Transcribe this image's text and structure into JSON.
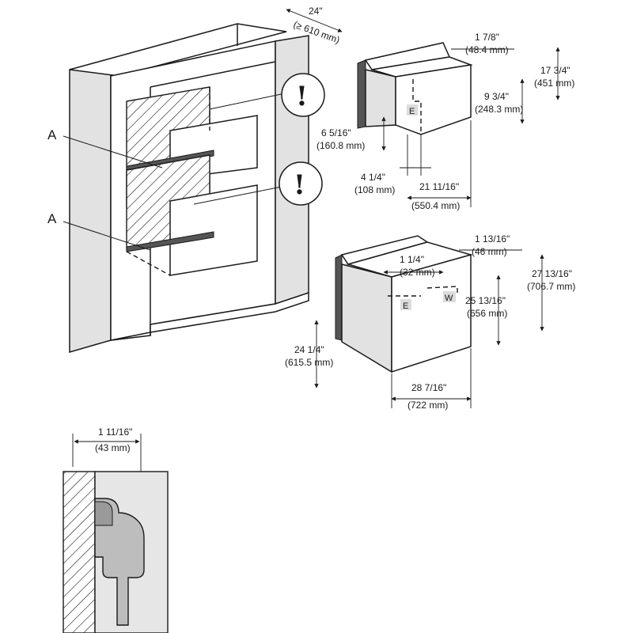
{
  "labels": {
    "a_top": "A",
    "a_bottom": "A",
    "warning_glyph": "!"
  },
  "niche": {
    "depth_in": "24\"",
    "depth_mm": "(≥ 610 mm)"
  },
  "upper_appliance": {
    "front_depth_in": "1 7/8\"",
    "front_depth_mm": "(48.4 mm)",
    "height_in": "17 3/4\"",
    "height_mm": "(451 mm)",
    "conn_height_in": "9 3/4\"",
    "conn_height_mm": "(248.3 mm)",
    "conn_offset_in": "6 5/16\"",
    "conn_offset_mm": "(160.8 mm)",
    "conn_side_in": "4 1/4\"",
    "conn_side_mm": "(108 mm)",
    "width_in": "21 11/16\"",
    "width_mm": "(550.4 mm)",
    "conn_tag": "E"
  },
  "lower_appliance": {
    "front_depth_in": "1 13/16\"",
    "front_depth_mm": "(46 mm)",
    "conn_depth_in": "1 1/4\"",
    "conn_depth_mm": "(32 mm)",
    "height_in": "27 13/16\"",
    "height_mm": "(706.7 mm)",
    "inner_height_in": "25 13/16\"",
    "inner_height_mm": "(656 mm)",
    "depth_in": "24 1/4\"",
    "depth_mm": "(615.5 mm)",
    "width_in": "28 7/16\"",
    "width_mm": "(722 mm)",
    "conn_tag_e": "E",
    "conn_tag_w": "W"
  },
  "plug_detail": {
    "clearance_in": "1 11/16\"",
    "clearance_mm": "(43 mm)"
  }
}
